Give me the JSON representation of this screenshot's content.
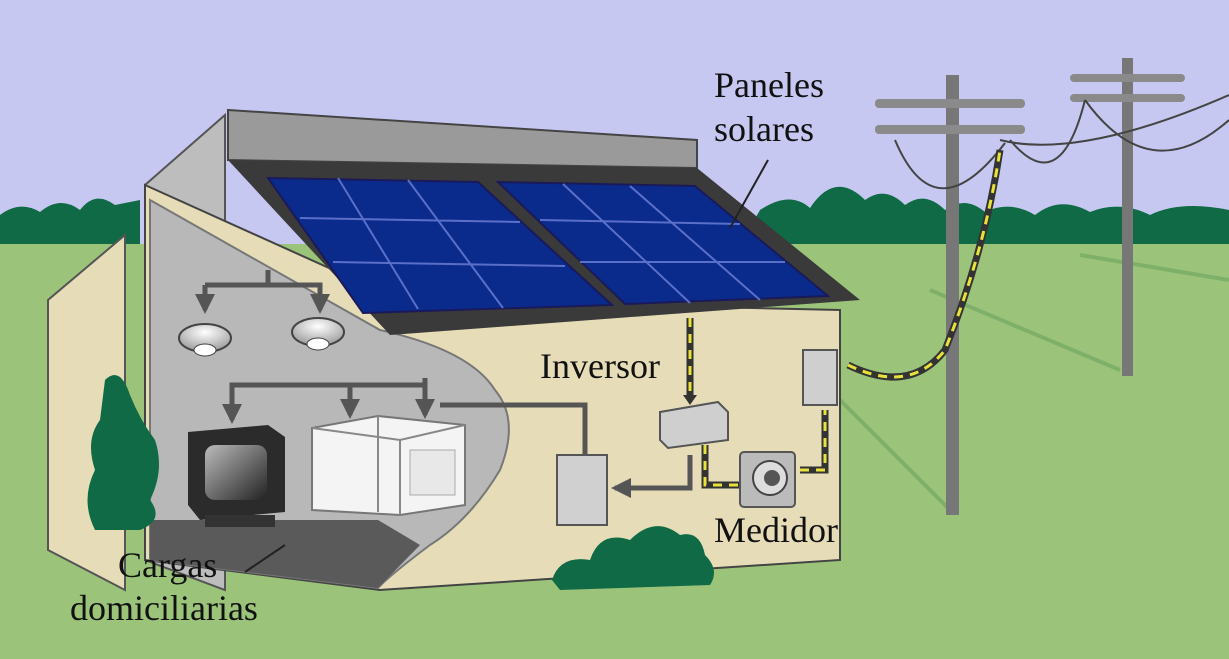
{
  "labels": {
    "panels_line1": "Paneles",
    "panels_line2": "solares",
    "inverter": "Inversor",
    "meter": "Medidor",
    "loads_line1": "Cargas",
    "loads_line2": "domiciliarias"
  },
  "colors": {
    "sky": "#c6c8f2",
    "grass": "#9bc47a",
    "trees": "#0f6a45",
    "wall": "#e6ddb8",
    "solar_cell": "#0a2a8c",
    "wire_highlight": "#e8e23a"
  }
}
